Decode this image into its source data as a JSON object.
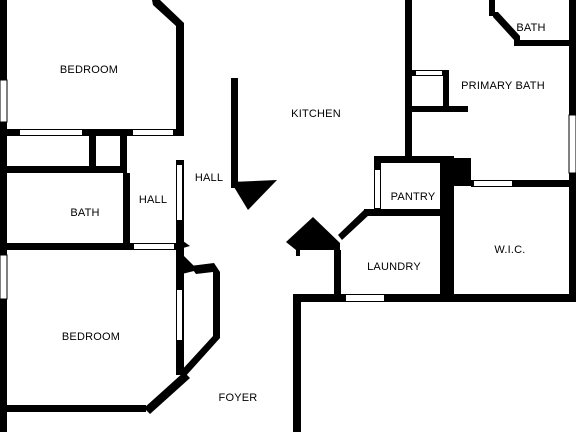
{
  "floorplan": {
    "wall_color": "#000000",
    "background_color": "#ffffff",
    "rooms": [
      {
        "id": "bedroom-top",
        "label": "BEDROOM"
      },
      {
        "id": "kitchen",
        "label": "KITCHEN"
      },
      {
        "id": "bath-top-right",
        "label": "BATH"
      },
      {
        "id": "primary-bath",
        "label": "PRIMARY BATH"
      },
      {
        "id": "hall-center",
        "label": "HALL"
      },
      {
        "id": "hall-small",
        "label": "HALL"
      },
      {
        "id": "bath-left",
        "label": "BATH"
      },
      {
        "id": "pantry",
        "label": "PANTRY"
      },
      {
        "id": "wic",
        "label": "W.I.C."
      },
      {
        "id": "laundry",
        "label": "LAUNDRY"
      },
      {
        "id": "bedroom-bottom",
        "label": "BEDROOM"
      },
      {
        "id": "foyer",
        "label": "FOYER"
      }
    ]
  }
}
